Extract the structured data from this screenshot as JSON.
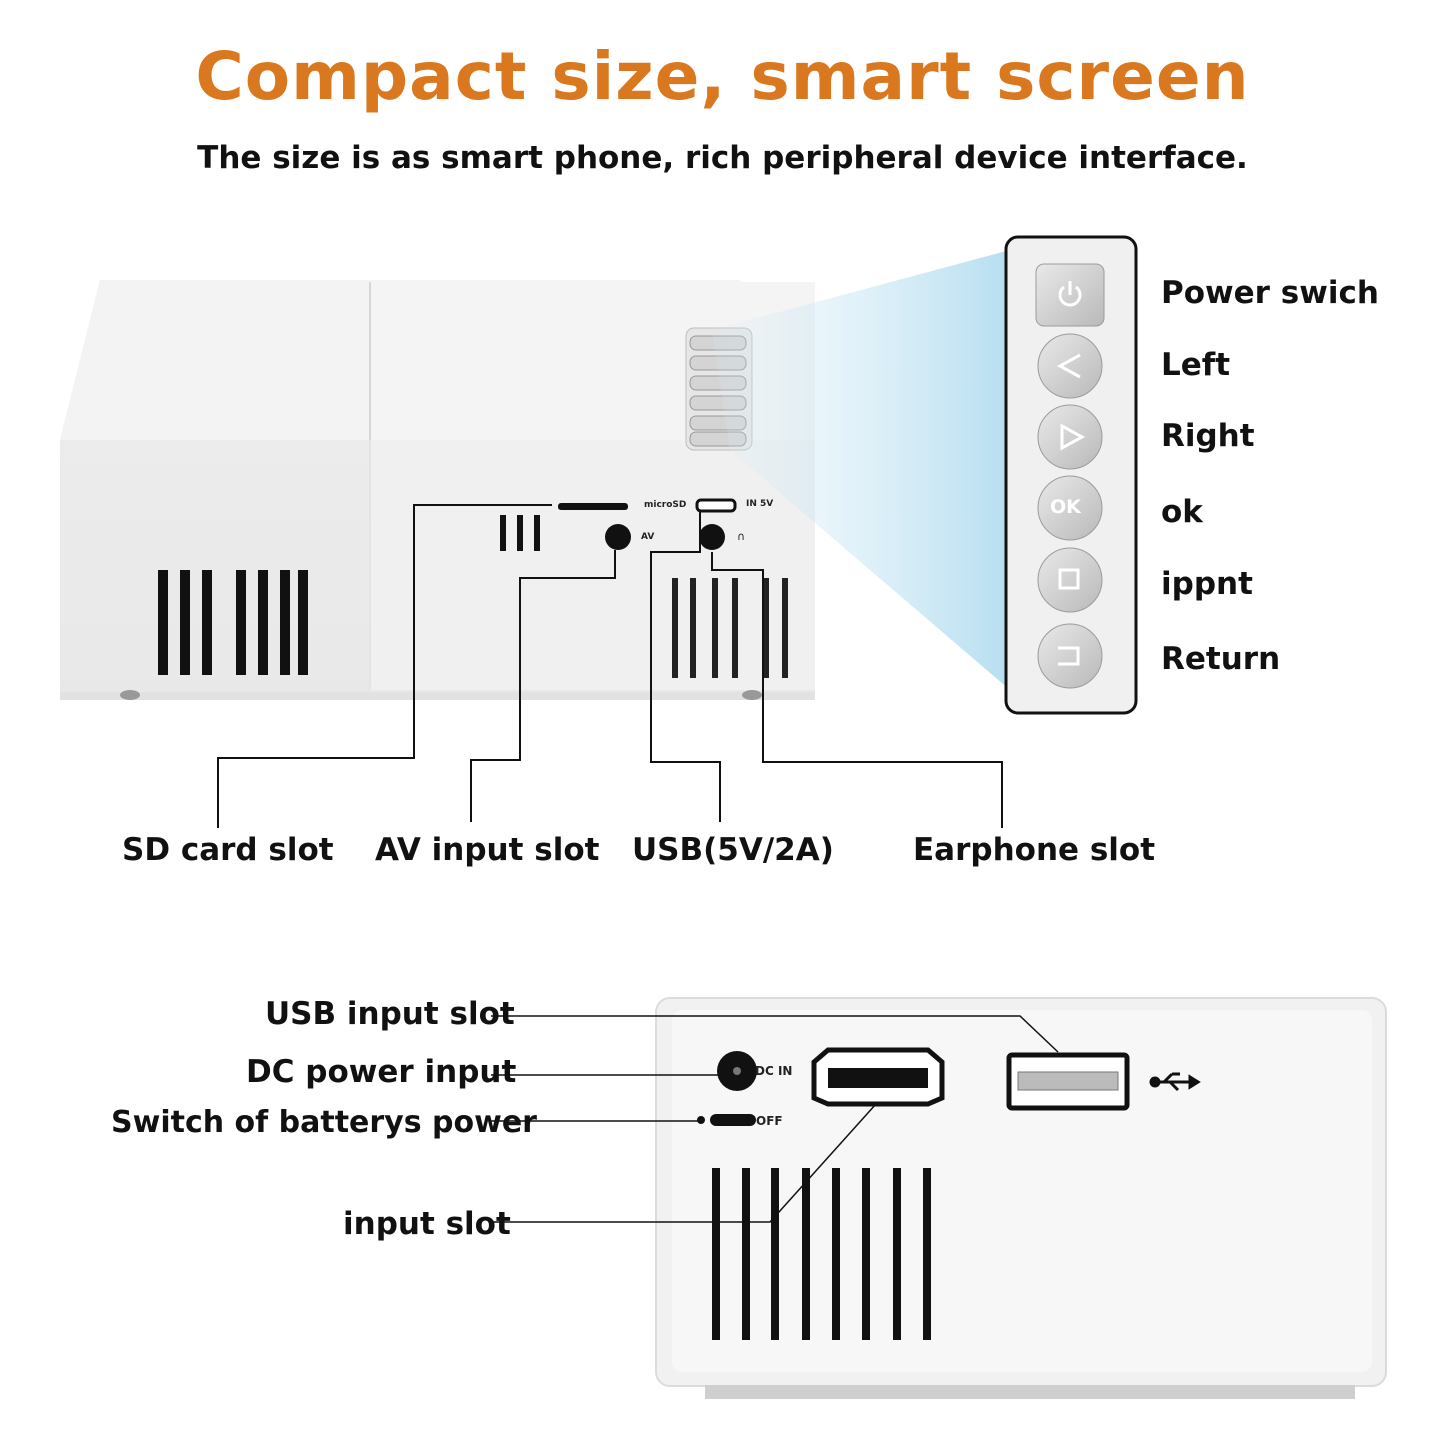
{
  "header": {
    "title": "Compact size, smart screen",
    "subtitle": "The size is as smart phone, rich peripheral device interface."
  },
  "side_ports": {
    "microsd_text": "microSD",
    "in5v_text": "IN 5V",
    "av_text": "AV",
    "labels": [
      "SD card slot",
      "AV input slot",
      "USB(5V/2A)",
      "Earphone slot"
    ]
  },
  "buttons": {
    "labels": [
      "Power swich",
      "Left",
      "Right",
      "ok",
      "ippnt",
      "Return"
    ],
    "ok_glyph": "OK"
  },
  "rear_ports": {
    "dcin_text": "DC IN",
    "off_text": "OFF",
    "labels": [
      "USB input slot",
      "DC power input",
      "Switch of batterys power",
      "input slot"
    ]
  },
  "colors": {
    "title": "#d9781e",
    "text": "#111111"
  }
}
